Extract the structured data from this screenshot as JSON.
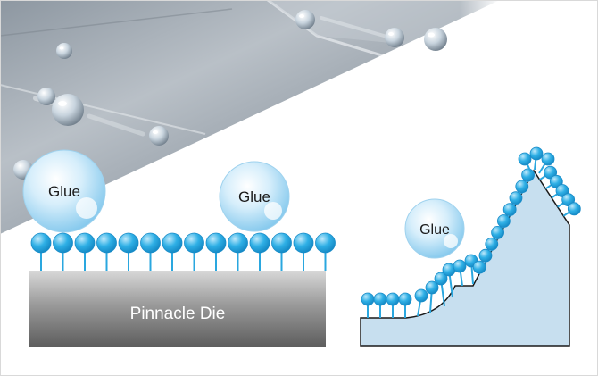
{
  "labels": {
    "glue_left": "Glue",
    "glue_middle": "Glue",
    "glue_right": "Glue",
    "die": "Pinnacle Die"
  },
  "colors": {
    "molecule_head": "#2aa7df",
    "molecule_tail": "#2aa7df",
    "glue_bubble": "#a9dcf6",
    "die_gray": "#8c8c8c",
    "substrate_fill": "#c7dfef",
    "substrate_stroke": "#1a1a1a",
    "metal_sheet": "#a6aeb6",
    "page_border": "#d9d9d9"
  },
  "icons": [
    "water-droplet-icon",
    "glue-bubble-icon",
    "molecule-icon"
  ]
}
